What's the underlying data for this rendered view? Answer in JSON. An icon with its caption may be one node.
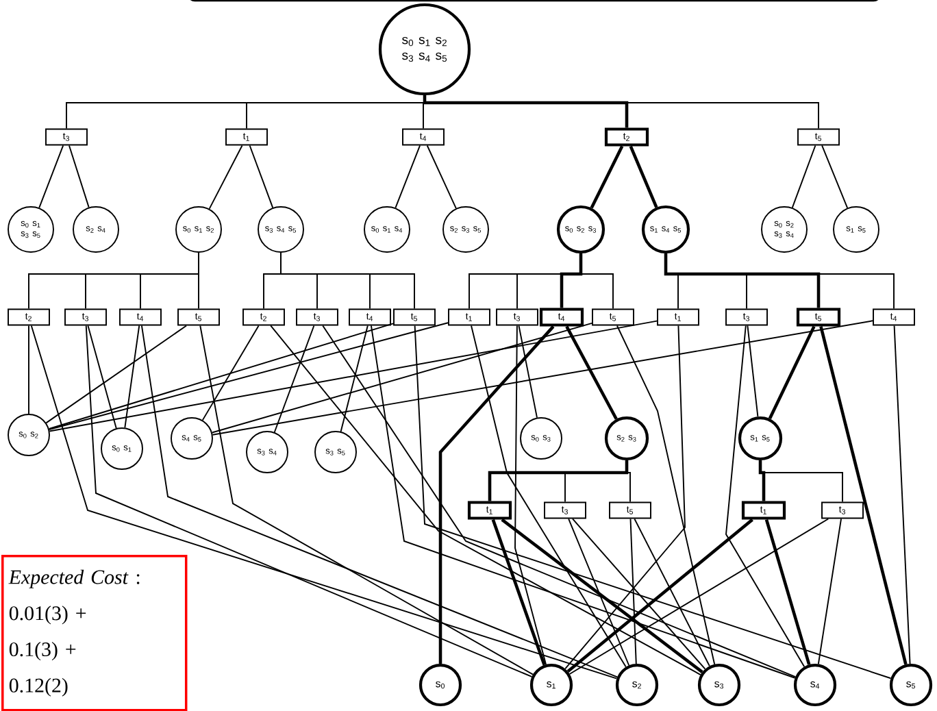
{
  "diagram": {
    "nodes": [
      {
        "text": [
          "s$_{0}$ s$_{1}$ s$_{2}$ s$_{3}$ s$_{4}$ s$_{5}$"
        ]
      },
      {
        "text": [
          "t$_{3}$"
        ]
      },
      {
        "text": [
          "t$_{1}$"
        ]
      },
      {
        "text": [
          "t$_{4}$"
        ]
      },
      {
        "text": [
          "t$_{2}$"
        ]
      },
      {
        "text": [
          "t$_{5}$"
        ]
      },
      {
        "text": [
          "s$_{0}$ s$_{1}$ s$_{3}$ s$_{5}$"
        ]
      },
      {
        "text": [
          "s$_{2}$ s$_{4}$"
        ]
      },
      {
        "text": [
          "s$_{0}$ s$_{1}$ s$_{2}$"
        ]
      },
      {
        "text": [
          "s$_{3}$ s$_{4}$ s$_{5}$"
        ]
      },
      {
        "text": [
          "s$_{0}$ s$_{1}$ s$_{4}$"
        ]
      },
      {
        "text": [
          "s$_{2}$ s$_{3}$ s$_{5}$"
        ]
      },
      {
        "text": [
          "s$_{0}$ s$_{2}$ s$_{3}$"
        ]
      },
      {
        "text": [
          "s$_{1}$ s$_{4}$ s$_{5}$"
        ]
      },
      {
        "text": [
          "s$_{0}$ s$_{2}$ s$_{3}$ s$_{4}$"
        ]
      },
      {
        "text": [
          "s$_{1}$ s$_{5}$"
        ]
      },
      {
        "text": [
          "t$_{2}$"
        ]
      },
      {
        "text": [
          "t$_{3}$"
        ]
      },
      {
        "text": [
          "t$_{4}$"
        ]
      },
      {
        "text": [
          "t$_{5}$"
        ]
      },
      {
        "text": [
          "t$_{2}$"
        ]
      },
      {
        "text": [
          "t$_{3}$"
        ]
      },
      {
        "text": [
          "t$_{4}$"
        ]
      },
      {
        "text": [
          "t$_{5}$"
        ]
      },
      {
        "text": [
          "t$_{1}$"
        ]
      },
      {
        "text": [
          "t$_{3}$"
        ]
      },
      {
        "text": [
          "t$_{4}$"
        ]
      },
      {
        "text": [
          "t$_{5}$"
        ]
      },
      {
        "text": [
          "t$_{1}$"
        ]
      },
      {
        "text": [
          "t$_{3}$"
        ]
      },
      {
        "text": [
          "t$_{5}$"
        ]
      },
      {
        "text": [
          "t$_{4}$"
        ]
      },
      {
        "text": [
          "s$_{0}$ s$_{2}$"
        ]
      },
      {
        "text": [
          "s$_{0}$ s$_{1}$"
        ]
      },
      {
        "text": [
          "s$_{4}$ s$_{5}$"
        ]
      },
      {
        "text": [
          "s$_{3}$ s$_{4}$"
        ]
      },
      {
        "text": [
          "s$_{3}$ s$_{5}$"
        ]
      },
      {
        "text": [
          "s$_{0}$ s$_{3}$"
        ]
      },
      {
        "text": [
          "s$_{2}$ s$_{3}$"
        ]
      },
      {
        "text": [
          "s$_{1}$ s$_{5}$"
        ]
      },
      {
        "text": [
          "t$_{1}$"
        ]
      },
      {
        "text": [
          "t$_{3}$"
        ]
      },
      {
        "text": [
          "t$_{5}$"
        ]
      },
      {
        "text": [
          "t$_{1}$"
        ]
      },
      {
        "text": [
          "t$_{3}$"
        ]
      },
      {
        "text": [
          "s$_{0}$"
        ]
      },
      {
        "text": [
          "s$_{1}$"
        ]
      },
      {
        "text": [
          "s$_{2}$"
        ]
      },
      {
        "text": [
          "s$_{3}$"
        ]
      },
      {
        "text": [
          "s$_{4}$"
        ]
      },
      {
        "text": [
          "s$_{5}$"
        ]
      },
      {
        "text": [
          "*Expected Cost* :",
          "0.01(3) +",
          "0.1(3) +",
          "0.12(2)"
        ]
      }
    ],
    "edges": [
      {
        "from": 0,
        "to": 1,
        "arrow": "none"
      },
      {
        "from": 0,
        "to": 2,
        "arrow": "none"
      },
      {
        "from": 0,
        "to": 3,
        "arrow": "none"
      },
      {
        "from": 0,
        "to": 4,
        "arrow": "none",
        "style": "thick"
      },
      {
        "from": 0,
        "to": 5,
        "arrow": "none"
      },
      {
        "from": 1,
        "to": 6,
        "arrow": "none"
      },
      {
        "from": 1,
        "to": 7,
        "arrow": "none"
      },
      {
        "from": 2,
        "to": 8,
        "arrow": "none"
      },
      {
        "from": 2,
        "to": 9,
        "arrow": "none"
      },
      {
        "from": 3,
        "to": 10,
        "arrow": "none"
      },
      {
        "from": 3,
        "to": 11,
        "arrow": "none"
      },
      {
        "from": 4,
        "to": 12,
        "arrow": "none",
        "style": "thick"
      },
      {
        "from": 4,
        "to": 13,
        "arrow": "none",
        "style": "thick"
      },
      {
        "from": 5,
        "to": 14,
        "arrow": "none"
      },
      {
        "from": 5,
        "to": 15,
        "arrow": "none"
      },
      {
        "from": 8,
        "to": 16,
        "arrow": "none"
      },
      {
        "from": 8,
        "to": 17,
        "arrow": "none"
      },
      {
        "from": 8,
        "to": 18,
        "arrow": "none"
      },
      {
        "from": 8,
        "to": 19,
        "arrow": "none"
      },
      {
        "from": 9,
        "to": 20,
        "arrow": "none"
      },
      {
        "from": 9,
        "to": 21,
        "arrow": "none"
      },
      {
        "from": 9,
        "to": 22,
        "arrow": "none"
      },
      {
        "from": 9,
        "to": 23,
        "arrow": "none"
      },
      {
        "from": 12,
        "to": 24,
        "arrow": "none"
      },
      {
        "from": 12,
        "to": 25,
        "arrow": "none"
      },
      {
        "from": 12,
        "to": 26,
        "arrow": "none",
        "style": "thick"
      },
      {
        "from": 12,
        "to": 27,
        "arrow": "none"
      },
      {
        "from": 13,
        "to": 28,
        "arrow": "none"
      },
      {
        "from": 13,
        "to": 29,
        "arrow": "none"
      },
      {
        "from": 13,
        "to": 30,
        "arrow": "none",
        "style": "thick"
      },
      {
        "from": 13,
        "to": 31,
        "arrow": "none"
      },
      {
        "from": 16,
        "to": 32,
        "arrow": "none"
      },
      {
        "from": 16,
        "to": 47,
        "arrow": "none"
      },
      {
        "from": 17,
        "to": 33,
        "arrow": "none"
      },
      {
        "from": 17,
        "to": 46,
        "arrow": "none"
      },
      {
        "from": 18,
        "to": 33,
        "arrow": "none"
      },
      {
        "from": 18,
        "to": 47,
        "arrow": "none"
      },
      {
        "from": 19,
        "to": 32,
        "arrow": "none"
      },
      {
        "from": 19,
        "to": 46,
        "arrow": "none"
      },
      {
        "from": 20,
        "to": 34,
        "arrow": "none"
      },
      {
        "from": 20,
        "to": 48,
        "arrow": "none"
      },
      {
        "from": 21,
        "to": 35,
        "arrow": "none"
      },
      {
        "from": 21,
        "to": 49,
        "arrow": "none"
      },
      {
        "from": 22,
        "to": 36,
        "arrow": "none"
      },
      {
        "from": 22,
        "to": 49,
        "arrow": "none"
      },
      {
        "from": 23,
        "to": 32,
        "arrow": "none"
      },
      {
        "from": 23,
        "to": 50,
        "arrow": "none"
      },
      {
        "from": 24,
        "to": 32,
        "arrow": "none"
      },
      {
        "from": 24,
        "to": 47,
        "arrow": "none"
      },
      {
        "from": 25,
        "to": 37,
        "arrow": "none"
      },
      {
        "from": 25,
        "to": 46,
        "arrow": "none"
      },
      {
        "from": 26,
        "to": 45,
        "arrow": "none",
        "style": "thick"
      },
      {
        "from": 26,
        "to": 38,
        "arrow": "none",
        "style": "thick"
      },
      {
        "from": 27,
        "to": 34,
        "arrow": "none"
      },
      {
        "from": 27,
        "to": 48,
        "arrow": "none"
      },
      {
        "from": 28,
        "to": 32,
        "arrow": "none"
      },
      {
        "from": 28,
        "to": 46,
        "arrow": "none"
      },
      {
        "from": 29,
        "to": 39,
        "arrow": "none"
      },
      {
        "from": 29,
        "to": 49,
        "arrow": "none"
      },
      {
        "from": 30,
        "to": 39,
        "arrow": "none",
        "style": "thick"
      },
      {
        "from": 30,
        "to": 50,
        "arrow": "none",
        "style": "thick"
      },
      {
        "from": 31,
        "to": 34,
        "arrow": "none"
      },
      {
        "from": 31,
        "to": 50,
        "arrow": "none"
      },
      {
        "from": 38,
        "to": 40,
        "arrow": "none",
        "style": "thick"
      },
      {
        "from": 38,
        "to": 41,
        "arrow": "none"
      },
      {
        "from": 38,
        "to": 42,
        "arrow": "none"
      },
      {
        "from": 39,
        "to": 43,
        "arrow": "none",
        "style": "thick"
      },
      {
        "from": 39,
        "to": 44,
        "arrow": "none"
      },
      {
        "from": 40,
        "to": 46,
        "arrow": "none",
        "style": "thick"
      },
      {
        "from": 40,
        "to": 48,
        "arrow": "none",
        "style": "thick"
      },
      {
        "from": 41,
        "to": 47,
        "arrow": "none"
      },
      {
        "from": 41,
        "to": 48,
        "arrow": "none"
      },
      {
        "from": 42,
        "to": 47,
        "arrow": "none"
      },
      {
        "from": 42,
        "to": 48,
        "arrow": "none"
      },
      {
        "from": 43,
        "to": 46,
        "arrow": "none",
        "style": "thick"
      },
      {
        "from": 43,
        "to": 49,
        "arrow": "none",
        "style": "thick"
      },
      {
        "from": 44,
        "to": 46,
        "arrow": "none"
      },
      {
        "from": 44,
        "to": 49,
        "arrow": "none"
      }
    ]
  }
}
